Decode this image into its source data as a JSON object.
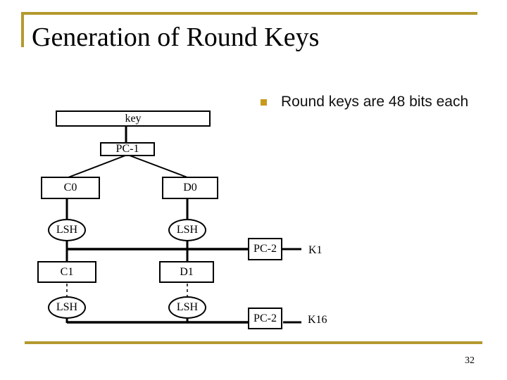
{
  "slide": {
    "title": "Generation of Round Keys",
    "page_number": "32",
    "colors": {
      "accent_line": "#B4992E",
      "bullet_marker": "#C9991B",
      "text": "#000000"
    }
  },
  "content": {
    "bullet_text": "Round keys are 48 bits each"
  },
  "diagram": {
    "nodes": {
      "key_label": "key",
      "pc1_label": "PC-1",
      "c0_label": "C0",
      "d0_label": "D0",
      "lsh_row1_left_label": "LSH",
      "lsh_row1_right_label": "LSH",
      "c1_label": "C1",
      "d1_label": "D1",
      "lsh_row2_left_label": "LSH",
      "lsh_row2_right_label": "LSH",
      "pc2_row1_label": "PC-2",
      "pc2_row2_label": "PC-2",
      "k1_label": "K1",
      "k16_label": "K16"
    }
  }
}
